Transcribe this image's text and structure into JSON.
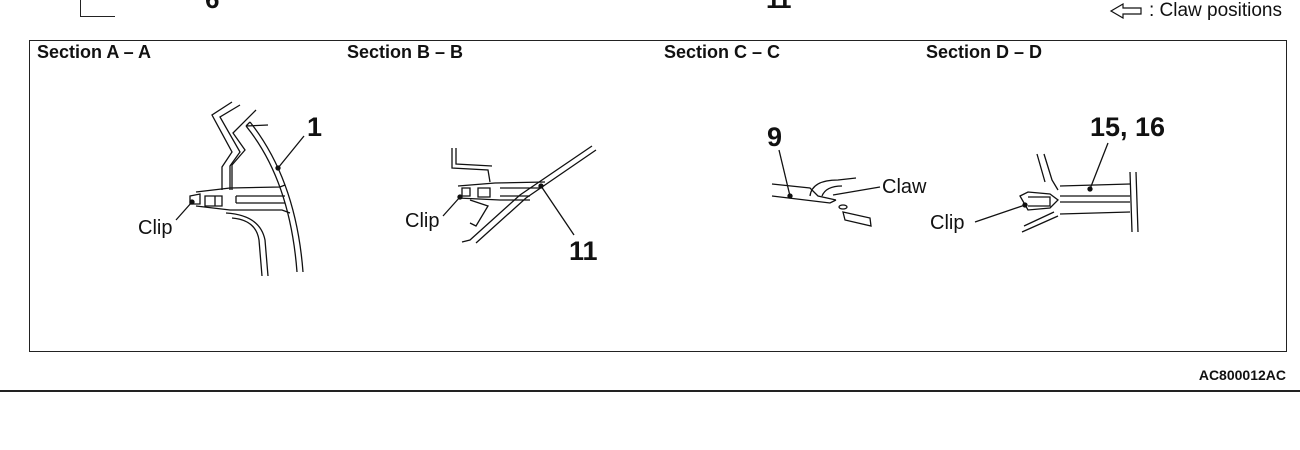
{
  "top_fragments": [
    "6",
    "11"
  ],
  "legend": {
    "icon": "open-arrow-left-icon",
    "text": ": Claw positions"
  },
  "sections": [
    {
      "title": "Section A – A",
      "labels": {
        "part": "1",
        "fastener": "Clip"
      }
    },
    {
      "title": "Section B – B",
      "labels": {
        "part": "11",
        "fastener": "Clip"
      }
    },
    {
      "title": "Section C – C",
      "labels": {
        "part": "9",
        "fastener": "Claw"
      }
    },
    {
      "title": "Section D – D",
      "labels": {
        "part": "15, 16",
        "fastener": "Clip"
      }
    }
  ],
  "figure_code": "AC800012AC"
}
